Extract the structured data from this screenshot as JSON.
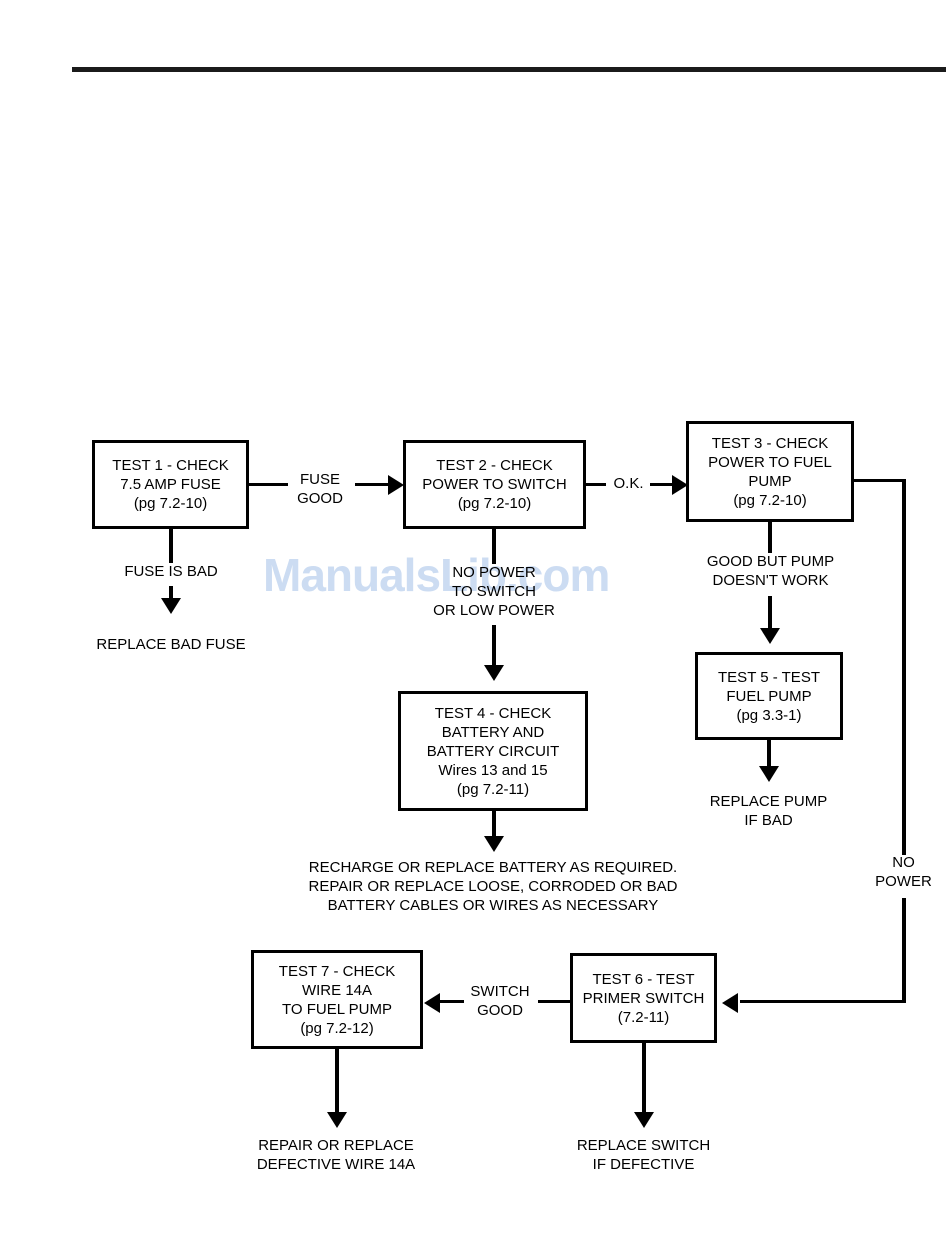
{
  "page": {
    "watermark": "ManualsLib.com",
    "watermark_color": "#ccdcf2",
    "rule_color": "#1b1b1b",
    "ink_color": "#000000"
  },
  "chart_data": {
    "type": "diagram",
    "title": "Fuel pump electrical troubleshooting flowchart",
    "nodes": [
      {
        "id": "test1",
        "lines": [
          "TEST 1 - CHECK",
          "7.5 AMP FUSE",
          "(pg 7.2-10)"
        ]
      },
      {
        "id": "test2",
        "lines": [
          "TEST 2 - CHECK",
          "POWER TO SWITCH",
          "(pg 7.2-10)"
        ]
      },
      {
        "id": "test3",
        "lines": [
          "TEST 3 - CHECK",
          "POWER TO FUEL",
          "PUMP",
          "(pg 7.2-10)"
        ]
      },
      {
        "id": "test4",
        "lines": [
          "TEST 4 - CHECK",
          "BATTERY AND",
          "BATTERY CIRCUIT",
          "Wires 13 and 15",
          "(pg 7.2-11)"
        ]
      },
      {
        "id": "test5",
        "lines": [
          "TEST 5 - TEST",
          "FUEL PUMP",
          "(pg 3.3-1)"
        ]
      },
      {
        "id": "test6",
        "lines": [
          "TEST 6 - TEST",
          "PRIMER SWITCH",
          "(7.2-11)"
        ]
      },
      {
        "id": "test7",
        "lines": [
          "TEST 7 - CHECK",
          "WIRE 14A",
          "TO FUEL PUMP",
          "(pg 7.2-12)"
        ]
      }
    ],
    "edge_labels": [
      {
        "id": "fuse_good",
        "lines": [
          "FUSE",
          "GOOD"
        ],
        "from": "test1",
        "to": "test2"
      },
      {
        "id": "ok",
        "lines": [
          "O.K."
        ],
        "from": "test2",
        "to": "test3"
      },
      {
        "id": "fuse_is_bad",
        "lines": [
          "FUSE IS BAD"
        ],
        "from": "test1",
        "to": "replace_bad_fuse"
      },
      {
        "id": "no_power_to_switch",
        "lines": [
          "NO POWER",
          "TO SWITCH",
          "OR LOW POWER"
        ],
        "from": "test2",
        "to": "test4"
      },
      {
        "id": "good_but_pump",
        "lines": [
          "GOOD BUT PUMP",
          "DOESN'T WORK"
        ],
        "from": "test3",
        "to": "test5"
      },
      {
        "id": "no_power",
        "lines": [
          "NO",
          "POWER"
        ],
        "from": "test3",
        "to": "test6"
      },
      {
        "id": "switch_good",
        "lines": [
          "SWITCH",
          "GOOD"
        ],
        "from": "test6",
        "to": "test7"
      }
    ],
    "terminals": [
      {
        "id": "replace_bad_fuse",
        "lines": [
          "REPLACE BAD FUSE"
        ]
      },
      {
        "id": "replace_pump",
        "lines": [
          "REPLACE PUMP",
          "IF BAD"
        ]
      },
      {
        "id": "battery_action",
        "lines": [
          "RECHARGE OR REPLACE BATTERY AS REQUIRED.",
          "REPAIR OR REPLACE LOOSE, CORRODED OR BAD",
          "BATTERY CABLES OR WIRES AS NECESSARY"
        ]
      },
      {
        "id": "repair_wire",
        "lines": [
          "REPAIR OR REPLACE",
          "DEFECTIVE WIRE 14A"
        ]
      },
      {
        "id": "replace_switch",
        "lines": [
          "REPLACE SWITCH",
          "IF DEFECTIVE"
        ]
      }
    ]
  },
  "nodes": {
    "test1": {
      "l1": "TEST 1 - CHECK",
      "l2": "7.5 AMP FUSE",
      "l3": "(pg 7.2-10)"
    },
    "test2": {
      "l1": "TEST 2 - CHECK",
      "l2": "POWER TO SWITCH",
      "l3": "(pg 7.2-10)"
    },
    "test3": {
      "l1": "TEST 3 - CHECK",
      "l2": "POWER TO FUEL",
      "l3": "PUMP",
      "l4": "(pg 7.2-10)"
    },
    "test4": {
      "l1": "TEST 4 - CHECK",
      "l2": "BATTERY AND",
      "l3": "BATTERY CIRCUIT",
      "l4": "Wires 13 and 15",
      "l5": "(pg 7.2-11)"
    },
    "test5": {
      "l1": "TEST 5 - TEST",
      "l2": "FUEL PUMP",
      "l3": "(pg 3.3-1)"
    },
    "test6": {
      "l1": "TEST 6 - TEST",
      "l2": "PRIMER SWITCH",
      "l3": "(7.2-11)"
    },
    "test7": {
      "l1": "TEST 7 - CHECK",
      "l2": "WIRE 14A",
      "l3": "TO FUEL PUMP",
      "l4": "(pg 7.2-12)"
    }
  },
  "labels": {
    "fuse_good": {
      "l1": "FUSE",
      "l2": "GOOD"
    },
    "ok": {
      "l1": "O.K."
    },
    "fuse_is_bad": {
      "l1": "FUSE IS BAD"
    },
    "no_power_to_switch": {
      "l1": "NO POWER",
      "l2": "TO SWITCH",
      "l3": "OR LOW POWER"
    },
    "good_but_pump": {
      "l1": "GOOD BUT PUMP",
      "l2": "DOESN'T WORK"
    },
    "no_power": {
      "l1": "NO",
      "l2": "POWER"
    },
    "switch_good": {
      "l1": "SWITCH",
      "l2": "GOOD"
    }
  },
  "terminals": {
    "replace_bad_fuse": {
      "l1": "REPLACE BAD FUSE"
    },
    "replace_pump": {
      "l1": "REPLACE PUMP",
      "l2": "IF BAD"
    },
    "battery_action": {
      "l1": "RECHARGE OR REPLACE BATTERY AS REQUIRED.",
      "l2": "REPAIR OR REPLACE LOOSE, CORRODED OR BAD",
      "l3": "BATTERY CABLES OR WIRES AS NECESSARY"
    },
    "repair_wire": {
      "l1": "REPAIR OR REPLACE",
      "l2": "DEFECTIVE WIRE 14A"
    },
    "replace_switch": {
      "l1": "REPLACE SWITCH",
      "l2": "IF DEFECTIVE"
    }
  }
}
